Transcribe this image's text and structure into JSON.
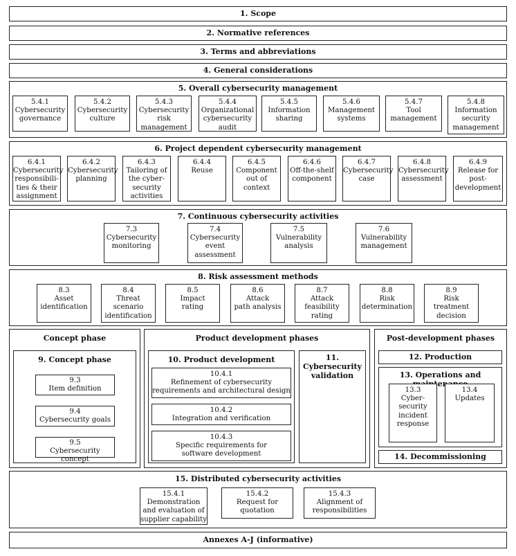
{
  "rows": {
    "scope": "1. Scope",
    "normative": "2. Normative references",
    "terms": "3. Terms and abbreviations",
    "general": "4. General considerations",
    "annexes": "Annexes A-J (informative)"
  },
  "sec5": {
    "title": "5. Overall cybersecurity management",
    "items": [
      "5.4.1\nCybersecurity\ngovernance",
      "5.4.2\nCybersecurity\nculture",
      "5.4.3\nCybersecurity\nrisk\nmanagement",
      "5.4.4\nOrganizational\ncybersecurity\naudit",
      "5.4.5\nInformation\nsharing",
      "5.4.6\nManagement\nsystems",
      "5.4.7\nTool\nmanagement",
      "5.4.8\nInformation\nsecurity\nmanagement"
    ]
  },
  "sec6": {
    "title": "6. Project dependent cybersecurity management",
    "items": [
      "6.4.1\nCybersecurity\nresponsibili-\nties & their\nassignment",
      "6.4.2\nCybersecurity\nplanning",
      "6.4.3\nTailoring of\nthe cyber-\nsecurity\nactivities",
      "6.4.4\nReuse",
      "6.4.5\nComponent\nout of context",
      "6.4.6\nOff-the-shelf\ncomponent",
      "6.4.7\nCybersecurity\ncase",
      "6.4.8\nCybersecurity\nassessment",
      "6.4.9\nRelease for\npost-\ndevelopment"
    ]
  },
  "sec7": {
    "title": "7. Continuous cybersecurity activities",
    "items": [
      "7.3\nCybersecurity\nmonitoring",
      "7.4\nCybersecurity\nevent\nassessment",
      "7.5\nVulnerability\nanalysis",
      "7.6\nVulnerability\nmanagement"
    ]
  },
  "sec8": {
    "title": "8. Risk assessment methods",
    "items": [
      "8.3\nAsset\nidentification",
      "8.4\nThreat\nscenario\nidentification",
      "8.5\nImpact\nrating",
      "8.6\nAttack\npath analysis",
      "8.7\nAttack\nfeasibility\nrating",
      "8.8\nRisk\ndetermination",
      "8.9\nRisk\ntreatment\ndecision"
    ]
  },
  "concept": {
    "phase_title": "Concept phase",
    "inner_title": "9. Concept phase",
    "items": [
      "9.3\nItem definition",
      "9.4\nCybersecurity goals",
      "9.5\nCybersecurity concept"
    ]
  },
  "product": {
    "phase_title": "Product development phases",
    "dev_title": "10. Product development",
    "items": [
      "10.4.1\nRefinement of cybersecurity\nrequirements and architectural design",
      "10.4.2\nIntegration and verification",
      "10.4.3\nSpecific requirements for\nsoftware development"
    ],
    "validation": "11. Cybersecurity\nvalidation"
  },
  "post": {
    "phase_title": "Post-development phases",
    "production": "12. Production",
    "ops_title": "13. Operations and maintenance",
    "items": [
      "13.3\nCyber-\nsecurity\nincident\nresponse",
      "13.4\nUpdates"
    ],
    "decommissioning": "14. Decommissioning"
  },
  "sec15": {
    "title": "15. Distributed cybersecurity activities",
    "items": [
      "15.4.1\nDemonstration\nand evaluation of\nsupplier capability",
      "15.4.2\nRequest for\nquotation",
      "15.4.3\nAlignment of\nresponsibilities"
    ]
  }
}
